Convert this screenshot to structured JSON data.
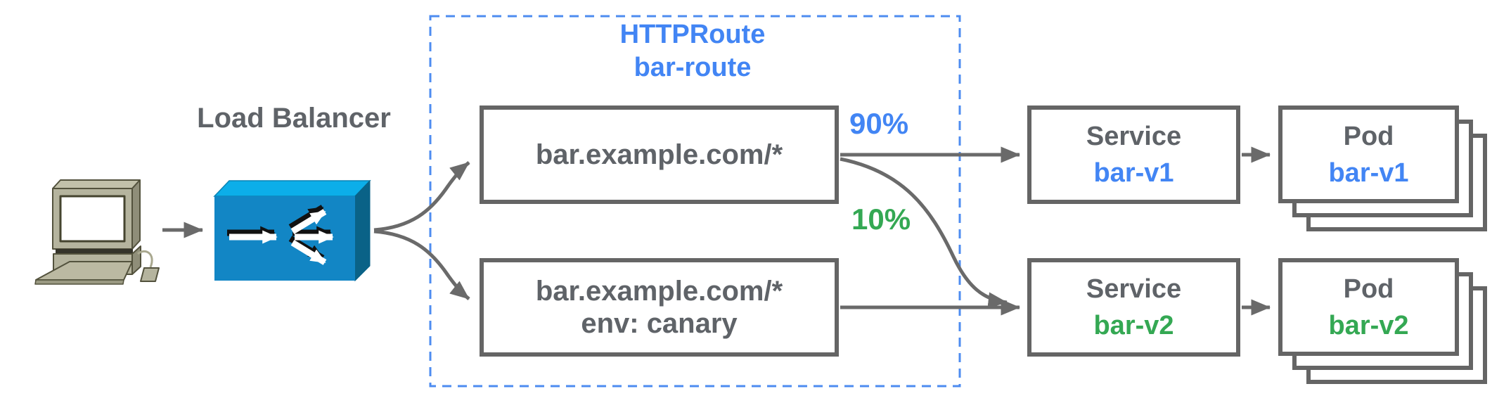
{
  "diagram": {
    "load_balancer_label": "Load Balancer",
    "httproute_group": {
      "title_line1": "HTTPRoute",
      "title_line2": "bar-route",
      "rules": [
        {
          "lines": [
            "bar.example.com/*"
          ]
        },
        {
          "lines": [
            "bar.example.com/*",
            "env: canary"
          ]
        }
      ]
    },
    "weights": [
      {
        "value": "90%",
        "color": "#4285f4"
      },
      {
        "value": "10%",
        "color": "#34a853"
      }
    ],
    "backends": [
      {
        "service_kind": "Service",
        "service_name": "bar-v1",
        "pod_kind": "Pod",
        "pod_name": "bar-v1",
        "accent": "#4285f4"
      },
      {
        "service_kind": "Service",
        "service_name": "bar-v2",
        "pod_kind": "Pod",
        "pod_name": "bar-v2",
        "accent": "#34a853"
      }
    ],
    "colors": {
      "text_gray": "#5f6368",
      "box_border_gray": "#656565",
      "arrow_gray": "#6a6a6a",
      "blue": "#4285f4",
      "green": "#34a853",
      "dashed_border_blue": "#4e8cf0",
      "lb_top": "#0caee9",
      "lb_front": "#1286c5",
      "lb_side": "#0a6287",
      "computer_body": "#b5b49e"
    }
  }
}
